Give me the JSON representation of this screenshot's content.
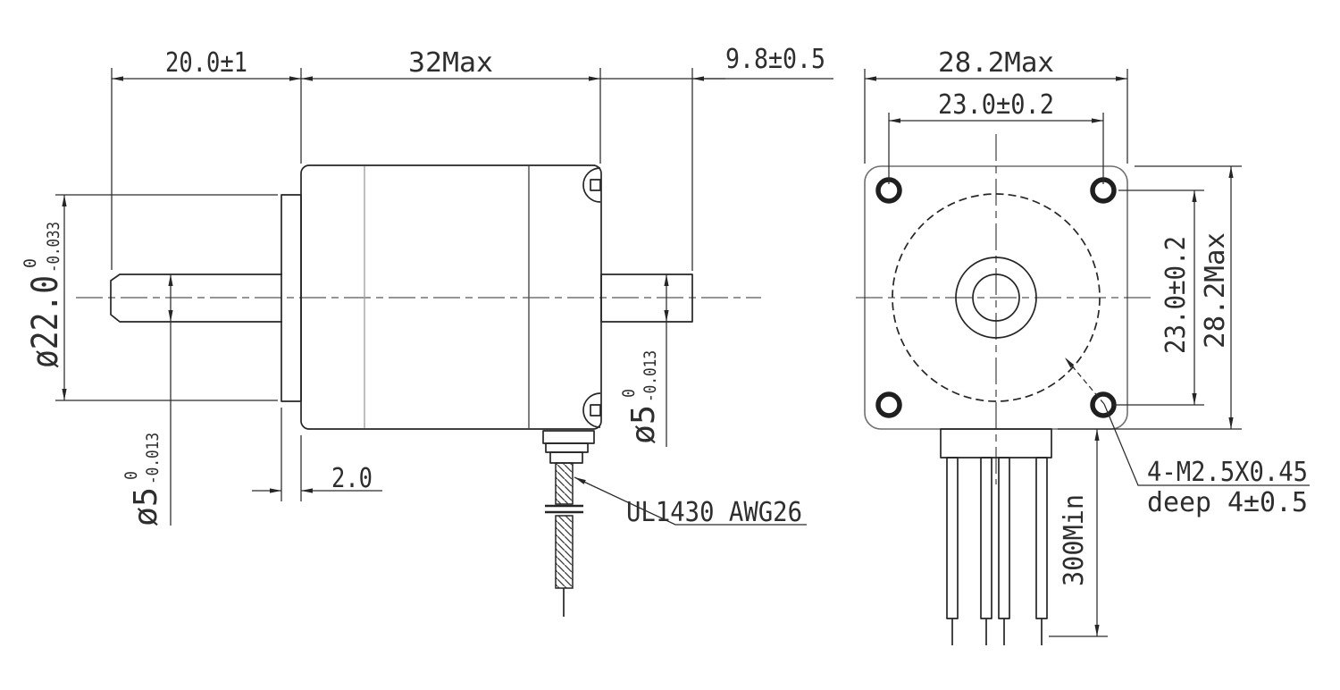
{
  "side_view": {
    "dims": {
      "shaft_length": "20.0±1",
      "body_length": "32Max",
      "rear_shaft_length": "9.8±0.5",
      "boss_thickness": "2.0",
      "boss_diameter": {
        "value": "ø22.0",
        "tol_upper": "0",
        "tol_lower": "-0.033"
      },
      "front_shaft_diameter": {
        "value": "ø5",
        "tol_upper": "0",
        "tol_lower": "-0.013"
      },
      "rear_shaft_diameter": {
        "value": "ø5",
        "tol_upper": "0",
        "tol_lower": "-0.013"
      }
    },
    "cable_label": "UL1430 AWG26"
  },
  "front_view": {
    "dims": {
      "flange_width": "28.2Max",
      "mounting_hole_spacing_horizontal": "23.0±0.2",
      "mounting_hole_spacing_vertical": "23.0±0.2",
      "flange_height": "28.2Max",
      "lead_wire_length": "300Min"
    },
    "thread_callout": {
      "line1": "4-M2.5X0.45",
      "line2": "deep 4±0.5"
    }
  },
  "colors": {
    "line": "#262626",
    "gray_line": "#a2a2a2",
    "background": "#ffffff"
  }
}
